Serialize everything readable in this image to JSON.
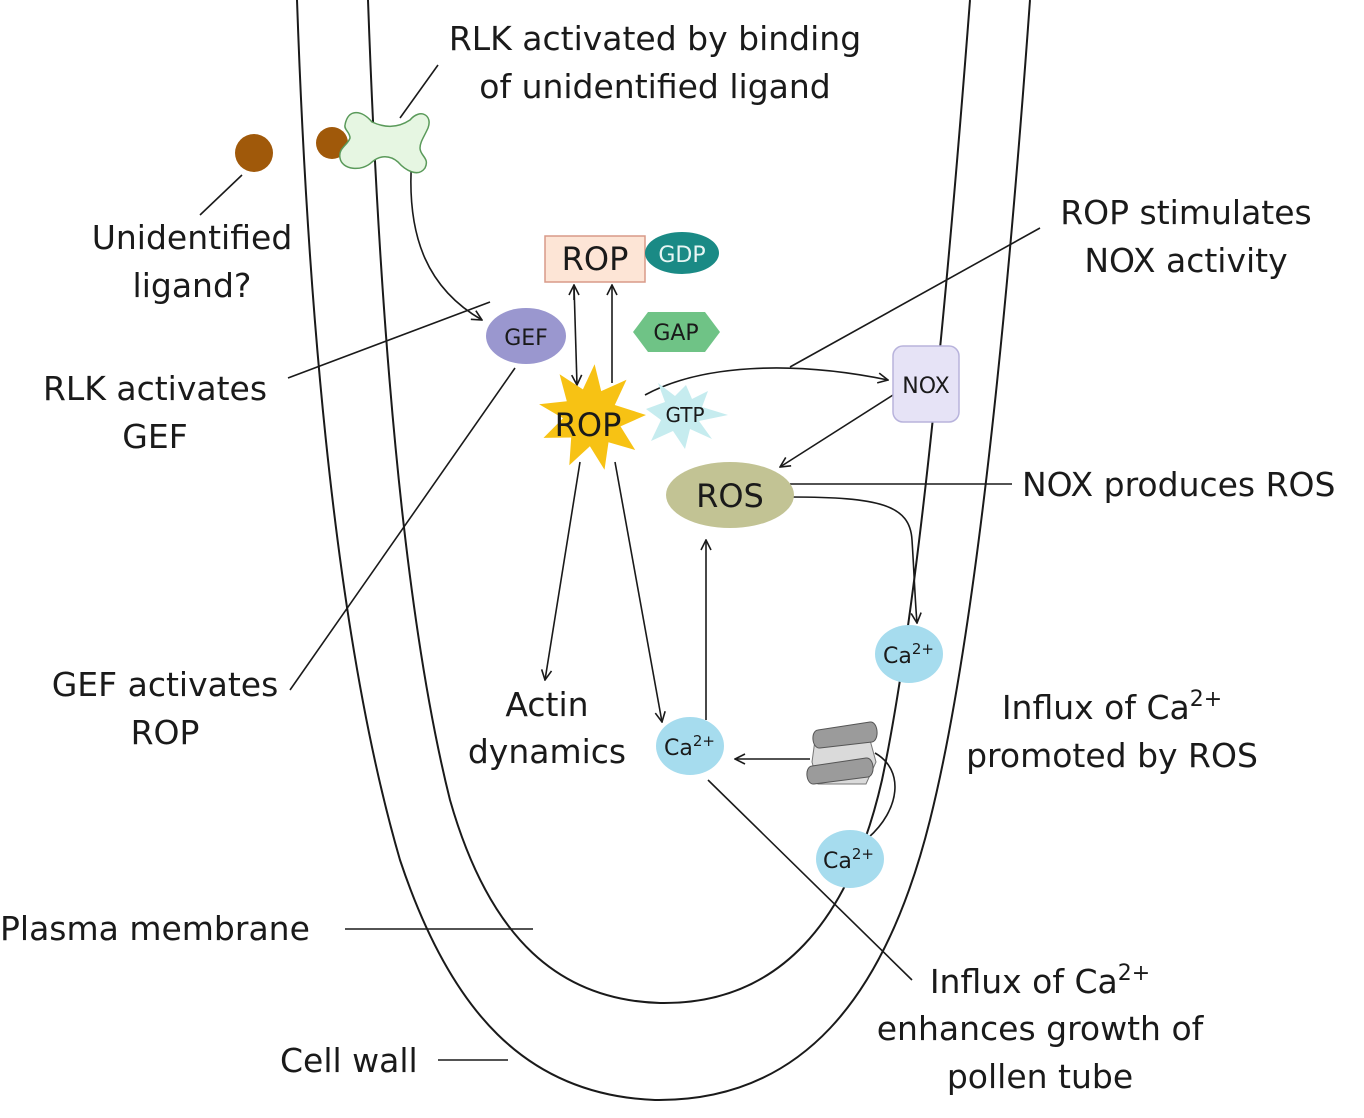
{
  "labels": {
    "rlk_activated_l1": "RLK activated by binding",
    "rlk_activated_l2": "of unidentified ligand",
    "unidentified_l1": "Unidentified",
    "unidentified_l2": "ligand?",
    "rlk_activates_l1": "RLK activates",
    "rlk_activates_l2": "GEF",
    "rop_stimulates_l1": "ROP stimulates",
    "rop_stimulates_l2": "NOX activity",
    "nox_produces": "NOX produces ROS",
    "gef_activates_l1": "GEF activates",
    "gef_activates_l2": "ROP",
    "actin_l1": "Actin",
    "actin_l2": "dynamics",
    "influx_ros_l1": "Influx of Ca",
    "influx_ros_l1_sup": "2+",
    "influx_ros_l2": "promoted by ROS",
    "plasma_membrane": "Plasma membrane",
    "cell_wall": "Cell wall",
    "influx_growth_l1": "Influx of Ca",
    "influx_growth_l1_sup": "2+",
    "influx_growth_l2": "enhances growth of",
    "influx_growth_l3": "pollen tube"
  },
  "nodes": {
    "rop_gdp": "ROP",
    "gdp": "GDP",
    "gap": "GAP",
    "gef": "GEF",
    "rop_gtp": "ROP",
    "gtp": "GTP",
    "nox": "NOX",
    "ros": "ROS",
    "ca_base": "Ca",
    "ca_sup": "2+"
  },
  "colors": {
    "ligand": "#a0590a",
    "rlk_fill": "#e6f6e2",
    "rlk_stroke": "#5a9a5a",
    "rop_box_fill": "#fde5d6",
    "rop_box_stroke": "#d89a88",
    "gdp": "#1a8a85",
    "gap": "#6fc386",
    "gef": "#9a97cf",
    "rop_star": "#f7c214",
    "gtp": "#c6ecef",
    "nox_fill": "#e6e3f6",
    "nox_stroke": "#b8b3dc",
    "ros": "#c2c394",
    "ca": "#a6dcee",
    "channel": "#9b9b9b"
  }
}
